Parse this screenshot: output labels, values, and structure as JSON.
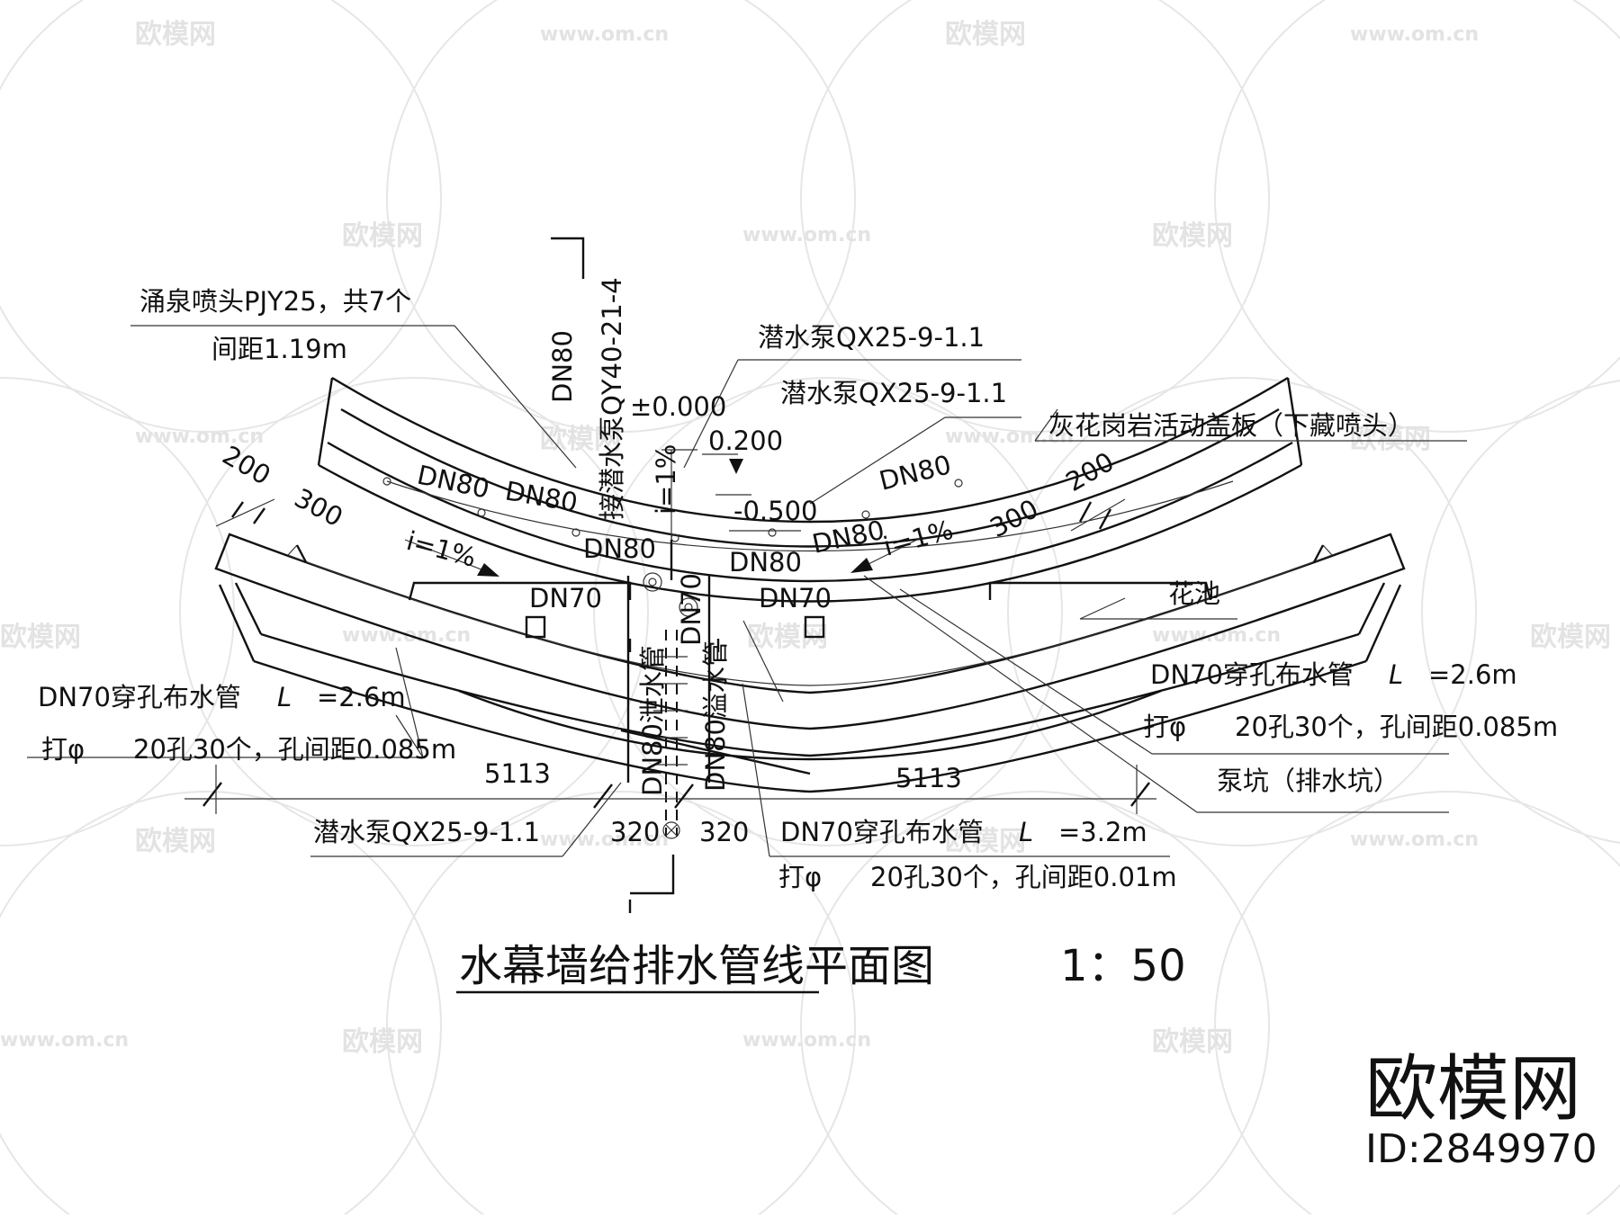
{
  "drawing": {
    "title": "水幕墙给排水管线平面图",
    "scale": "1：50",
    "labels": {
      "fountain_head": "涌泉喷头PJY25，共7个",
      "spacing": "间距1.19m",
      "pump_a": "潜水泵QX25-9-1.1",
      "pump_b": "潜水泵QX25-9-1.1",
      "cover": "灰花岗岩活动盖板（下藏喷头）",
      "connect_pump": "接潜水泵QY40-21-4",
      "dn80_vertical": "DN80",
      "elev_0": "±0.000",
      "elev_200": "0.200",
      "slope_vertical": "i=1%",
      "elev_neg500": "-0.500",
      "slope_left": "i=1%",
      "slope_right": "i=1%",
      "dn80_a": "DN80",
      "dn80_b": "DN80",
      "dn80_c": "DN80",
      "dn80_d": "DN80",
      "dn80_e": "DN80",
      "dn80_f": "DN80",
      "dn70_left": "DN70",
      "dn70_right": "DN70",
      "dn70_vertical": "DN70",
      "drain_pipe": "DN80泄水管",
      "overflow_pipe": "DN80溢水管",
      "flower_bed": "花池",
      "perf_left_1": "DN70穿孔布水管",
      "perf_left_L": "L",
      "perf_left_len": "=2.6m",
      "perf_left_2a": "打φ",
      "perf_left_2b": "20孔30个，孔间距0.085m",
      "perf_right_1": "DN70穿孔布水管",
      "perf_right_L": "L",
      "perf_right_len": "=2.6m",
      "perf_right_2a": "打φ",
      "perf_right_2b": "20孔30个，孔间距0.085m",
      "pump_pit": "泵坑（排水坑）",
      "pump_bottom": "潜水泵QX25-9-1.1",
      "perf_bottom_1": "DN70穿孔布水管",
      "perf_bottom_L": "L",
      "perf_bottom_len": "=3.2m",
      "perf_bottom_2a": "打φ",
      "perf_bottom_2b": "20孔30个，孔间距0.01m"
    },
    "dimensions": {
      "left_200": "200",
      "left_300": "300",
      "right_200": "200",
      "right_300": "300",
      "left_5113": "5113",
      "right_5113": "5113",
      "left_320": "320",
      "right_320": "320"
    }
  },
  "branding": {
    "site_name": "欧模网",
    "id_text": "ID:2849970",
    "watermark_text": "欧模网",
    "watermark_url": "www.om.cn"
  }
}
